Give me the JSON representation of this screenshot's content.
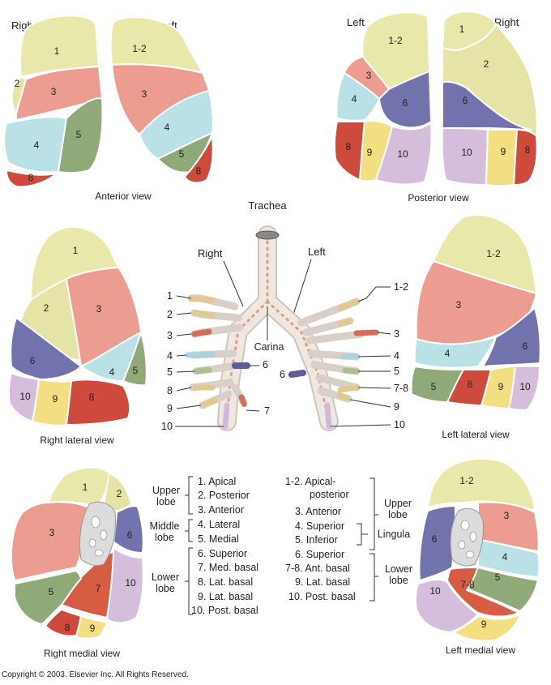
{
  "colors": {
    "s1": "#e8e8aa",
    "s2": "#e6e3a6",
    "s3": "#ec9c90",
    "s4": "#b9e1e6",
    "s5": "#8faa78",
    "s6": "#7272ac",
    "s7": "#d75c44",
    "s8": "#cd4a3c",
    "s9": "#f3df82",
    "s10": "#d4bedb",
    "airway": "#efe8e2",
    "ring": "#df9e7c"
  },
  "views": {
    "anterior": {
      "caption": "Anterior view",
      "right": "Right",
      "left": "Left",
      "r": [
        "1",
        "2",
        "3",
        "4",
        "5",
        "8"
      ],
      "l": [
        "1-2",
        "3",
        "4",
        "5",
        "8"
      ]
    },
    "posterior": {
      "caption": "Posterior view",
      "left": "Left",
      "right": "Right",
      "l": [
        "1-2",
        "3",
        "4",
        "6",
        "8",
        "9",
        "10"
      ],
      "r": [
        "1",
        "2",
        "6",
        "10",
        "9",
        "8"
      ]
    },
    "right_lateral": {
      "caption": "Right lateral view",
      "n": [
        "1",
        "2",
        "3",
        "6",
        "4",
        "5",
        "10",
        "9",
        "8"
      ]
    },
    "left_lateral": {
      "caption": "Left lateral view",
      "n": [
        "1-2",
        "3",
        "4",
        "6",
        "5",
        "8",
        "9",
        "10"
      ]
    },
    "right_medial": {
      "caption": "Right medial view",
      "n": [
        "1",
        "2",
        "3",
        "6",
        "10",
        "7",
        "5",
        "8",
        "9"
      ]
    },
    "left_medial": {
      "caption": "Left medial view",
      "n": [
        "1-2",
        "3",
        "6",
        "4",
        "5",
        "7-8",
        "10",
        "9"
      ]
    }
  },
  "tree": {
    "trachea": "Trachea",
    "right": "Right",
    "left": "Left",
    "carina": "Carina",
    "r_nums": [
      "1",
      "2",
      "3",
      "4",
      "5",
      "6",
      "8",
      "9",
      "7",
      "10"
    ],
    "l_nums": [
      "1-2",
      "3",
      "4",
      "5",
      "6",
      "7-8",
      "9",
      "10"
    ]
  },
  "legend_right": {
    "groups": [
      "Upper",
      "lobe",
      "Middle",
      "lobe",
      "Lower",
      "lobe"
    ],
    "items": [
      "1.  Apical",
      "2.  Posterior",
      "3.  Anterior",
      "4.  Lateral",
      "5.  Medial",
      "6.  Superior",
      "7.  Med. basal",
      "8.  Lat. basal",
      "9.  Lat. basal",
      "10.  Post. basal"
    ]
  },
  "legend_left": {
    "groups": [
      "Upper",
      "lobe",
      "Lingula",
      "Lower",
      "lobe"
    ],
    "items": [
      "1-2.  Apical-",
      "posterior",
      "3.  Anterior",
      "4.  Superior",
      "5.  Inferior",
      "6.  Superior",
      "7-8.  Ant. basal",
      "9.  Lat. basal",
      "10.  Post. basal"
    ]
  },
  "copyright": "Copyright © 2003. Elsevier Inc. All Rights Reserved."
}
